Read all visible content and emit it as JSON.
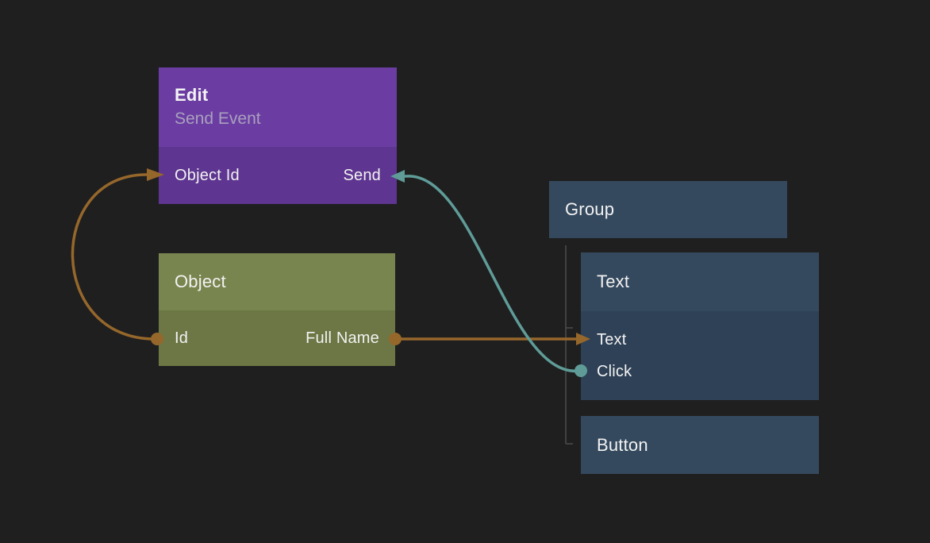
{
  "colors": {
    "background": "#1f1f1f",
    "edit_header": "#6b3da3",
    "edit_body": "#5e3590",
    "object_header": "#78854e",
    "object_body": "#6c7745",
    "blue_header": "#35495e",
    "blue_body": "#2f4156",
    "wire_orange": "#96672b",
    "wire_teal": "#5f9c98",
    "tree_line": "#4d4d4d",
    "title_text": "#f2f2f2",
    "subtitle_text": "#a9a0bd",
    "row_text": "#f2f2f2"
  },
  "nodes": {
    "edit": {
      "title": "Edit",
      "subtitle": "Send Event",
      "input": "Object Id",
      "output": "Send"
    },
    "object": {
      "title": "Object",
      "output_left": "Id",
      "output_right": "Full Name"
    },
    "group": {
      "title": "Group"
    },
    "text": {
      "title": "Text",
      "rows": [
        "Text",
        "Click"
      ]
    },
    "button": {
      "title": "Button"
    }
  }
}
